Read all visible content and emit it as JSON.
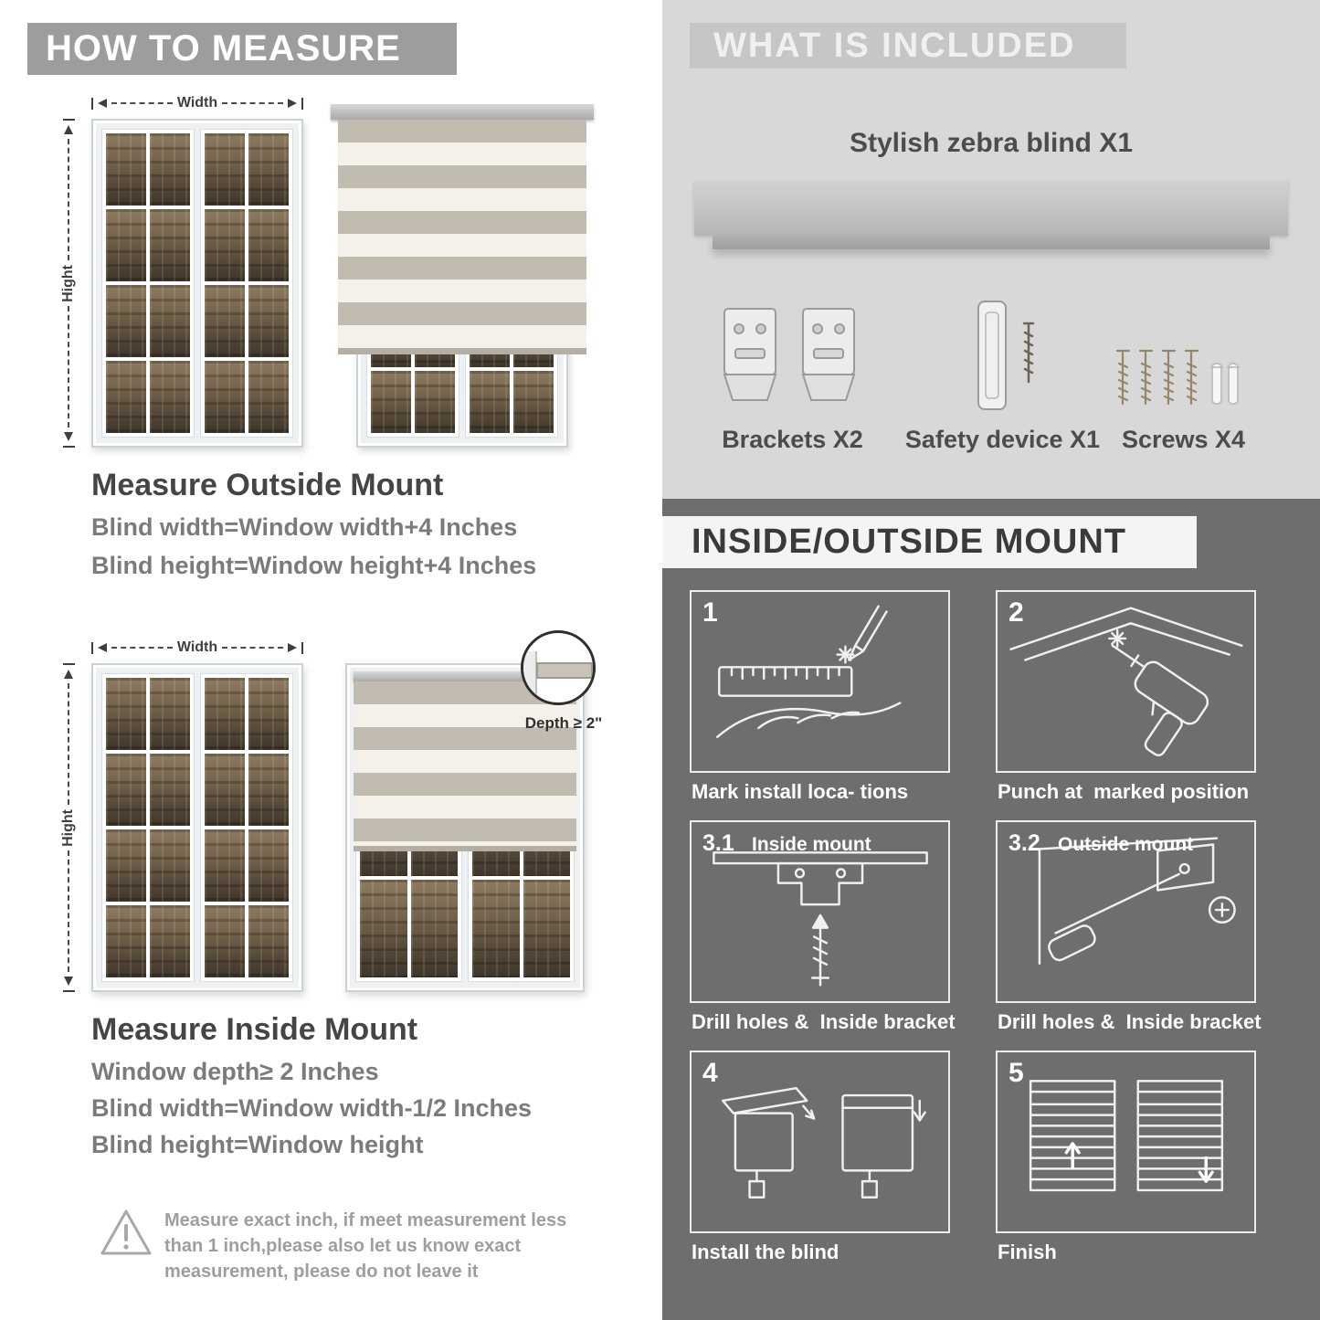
{
  "palette": {
    "banner_gray": "#9d9d9d",
    "light_section_bg": "#d8d8d8",
    "dark_section_bg": "#6e6e6e",
    "stripe_gray": "#c1bbb0",
    "stripe_cream": "#f4f1ea"
  },
  "how_to_measure": {
    "header": "HOW TO MEASURE",
    "width_label": "Width",
    "height_label": "Hight",
    "outside": {
      "title": "Measure Outside Mount",
      "lines": [
        "Blind width=Window width+4 Inches",
        "Blind height=Window height+4 Inches"
      ]
    },
    "inside": {
      "title": "Measure Inside Mount",
      "depth_callout": "Depth ≥ 2\"",
      "lines": [
        "Window depth≥ 2 Inches",
        "Blind width=Window width-1/2 Inches",
        "Blind height=Window height"
      ]
    },
    "warning_note": "Measure exact inch, if meet measurement less than 1 inch,please also let us know exact measurement, please do not leave it"
  },
  "included": {
    "header": "WHAT IS INCLUDED",
    "product_label": "Stylish zebra blind X1",
    "items": [
      "Brackets X2",
      "Safety device X1",
      "Screws X4"
    ]
  },
  "mount_guide": {
    "header": "INSIDE/OUTSIDE MOUNT",
    "steps": [
      {
        "num": "1",
        "title": "",
        "caption": "Mark install loca- tions"
      },
      {
        "num": "2",
        "title": "",
        "caption": "Punch at  marked position"
      },
      {
        "num": "3.1",
        "title": "Inside mount",
        "caption": "Drill holes &  Inside bracket"
      },
      {
        "num": "3.2",
        "title": "Outside mount",
        "caption": "Drill holes &  Inside bracket"
      },
      {
        "num": "4",
        "title": "",
        "caption": "Install the blind"
      },
      {
        "num": "5",
        "title": "",
        "caption": "Finish"
      }
    ]
  }
}
